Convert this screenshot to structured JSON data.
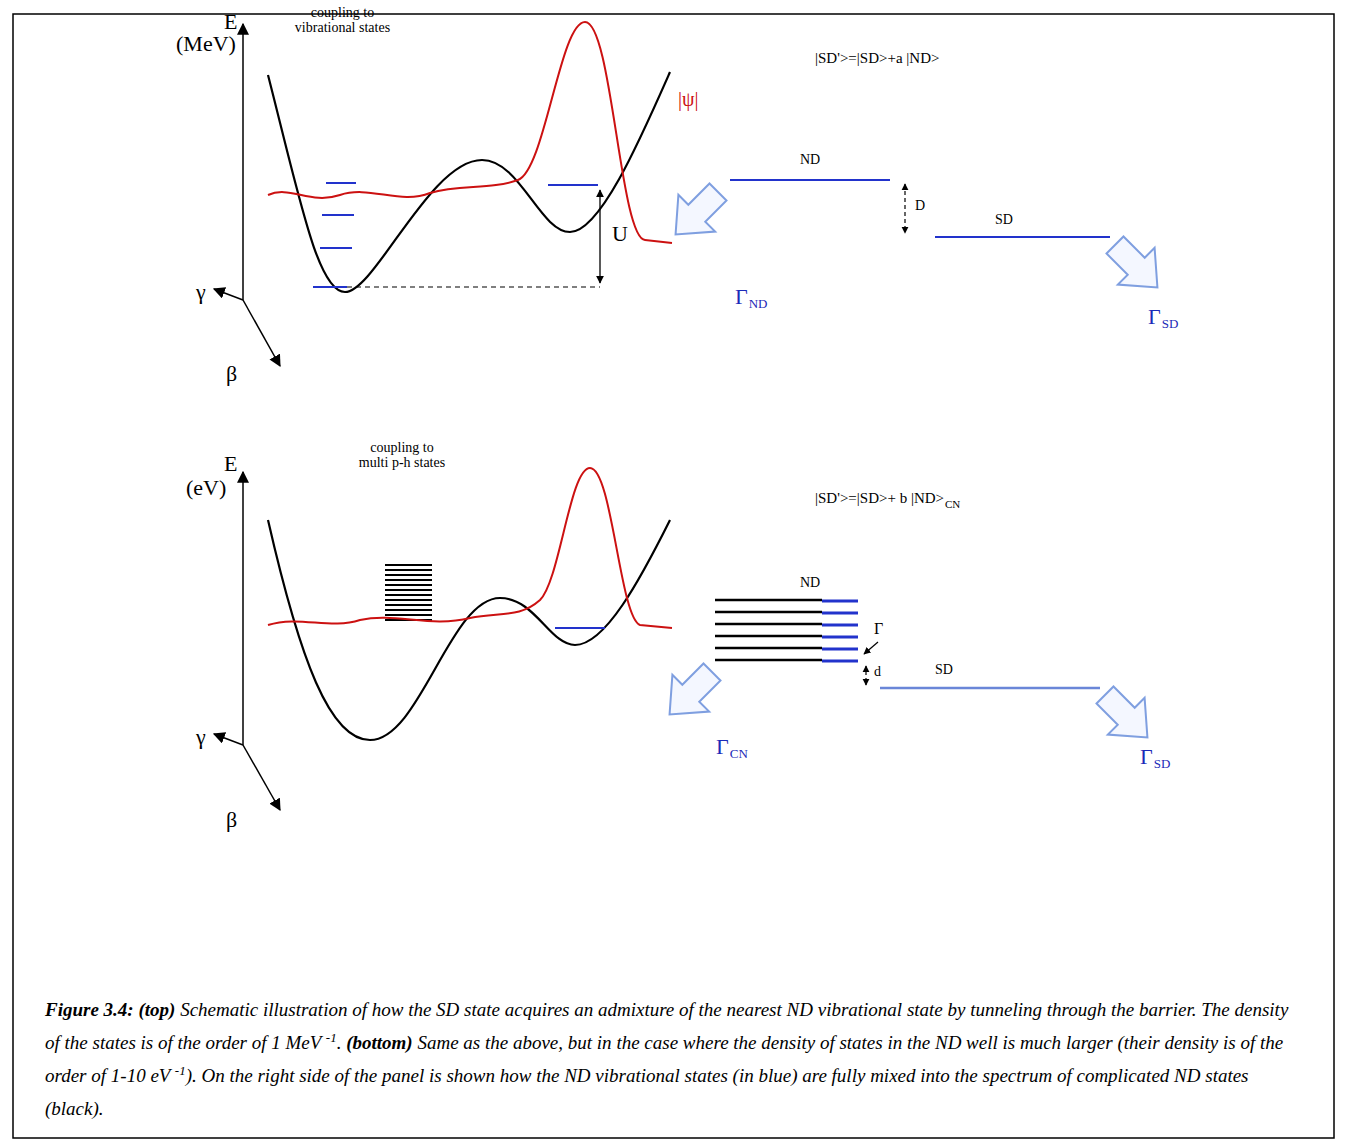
{
  "diagram": {
    "caption": "Figure 3.4: (top) Schematic illustration of how the SD state acquires an admixture of the nearest ND vibrational state by tunneling through the barrier. The density of the states is of the order of 1 MeV -1. (bottom) Same as the above, but in the case where the density of states in the ND well is much larger (their density is of the order of 1-10 eV -1). On the right side of the panel is shown how the ND vibrational states (in blue) are fully mixed into the spectrum of complicated ND states (black).",
    "labels": [
      "coupling to vibrational states",
      "E",
      "(MeV)",
      "|ψ|",
      "U",
      "γ",
      "β",
      "|SD'>=|SD>+a |ND>",
      "ND",
      "D",
      "SD",
      "Γ",
      "ND",
      "Γ",
      "SD",
      "coupling to multi p-h states",
      "E",
      "(eV)",
      "γ",
      "β",
      "|SD'>=|SD>+ b |ND>",
      "CN",
      "ND",
      "Γ",
      "d",
      "SD",
      "Γ",
      "CN",
      "Γ",
      "SD"
    ]
  }
}
